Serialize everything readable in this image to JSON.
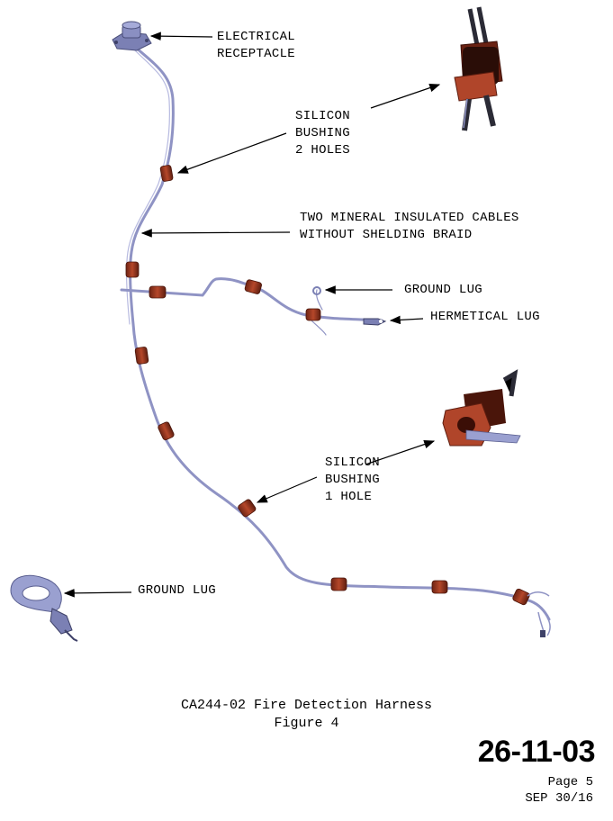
{
  "labels": {
    "electrical_receptacle": "ELECTRICAL\nRECEPTACLE",
    "silicon_bushing_2_holes": "SILICON\nBUSHING\n2 HOLES",
    "mineral_cables": "TWO MINERAL INSULATED CABLES\nWITHOUT SHELDING BRAID",
    "ground_lug_upper": "GROUND LUG",
    "hermetical_lug": "HERMETICAL LUG",
    "silicon_bushing_1_hole": "SILICON\nBUSHING\n1 HOLE",
    "ground_lug_lower": "GROUND LUG"
  },
  "caption": {
    "title": "CA244-02 Fire Detection Harness",
    "figure": "Figure 4"
  },
  "footer": {
    "doc_number": "26-11-03",
    "page": "Page 5",
    "date": "SEP 30/16"
  },
  "colors": {
    "cable": "#8f93c4",
    "bushing": "#8b2f1c",
    "hardware": "#9aa0d0"
  }
}
